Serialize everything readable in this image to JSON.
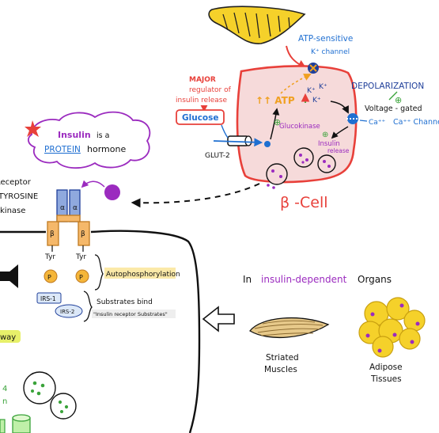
{
  "atp_channel": {
    "line1": "ATP-sensitive",
    "line2": "K⁺ channel"
  },
  "major_regulator": {
    "line1": "MAJOR",
    "line2": "regulator of",
    "line3": "insulin release"
  },
  "glucose_label": "Glucose",
  "glut2_label": "GLUT-2",
  "glucokinase_label": "Glucokinase",
  "atp_label": "↑↑ ATP",
  "k_ions": [
    "K⁺",
    "K⁺",
    "K⁺"
  ],
  "depolarization_label": "DEPOLARIZATION",
  "voltage_channel": {
    "line1": "Voltage - gated",
    "line2": "Ca⁺⁺ Channel"
  },
  "ca_label": "Ca⁺⁺",
  "insulin_release": {
    "line1": "Insulin",
    "line2": "release"
  },
  "plus_sign": "⊕",
  "beta_cell_label": "β -Cell",
  "insulin_protein": {
    "word1": "Insulin",
    "word2": "is a",
    "word3": "PROTEIN",
    "word4": "hormone"
  },
  "receptor": {
    "line1": "Receptor",
    "line2": "TYROSINE",
    "line3": "kinase"
  },
  "subunits": {
    "alpha": "α",
    "beta": "β"
  },
  "tyr_label": "Tyr",
  "p_label": "P",
  "autophosphorylation_label": "Autophosphorylation",
  "irs1_label": "IRS-1",
  "irs2_label": "IRS-2",
  "substrates_bind": "Substrates bind",
  "insulin_receptor_substrates": "\"Insulin receptor Substrates\"",
  "pathway_fragment": "way",
  "glut4_fragment": {
    "line1": "4",
    "line2": "n"
  },
  "insulin_dependent": {
    "prefix": "In",
    "highlight": "insulin-dependent",
    "suffix": "Organs"
  },
  "striated_muscles": {
    "line1": "Striated",
    "line2": "Muscles"
  },
  "adipose_tissues": {
    "line1": "Adipose",
    "line2": "Tissues"
  },
  "colors": {
    "red": "#e8403a",
    "blue": "#1f6fd1",
    "purple": "#9b2bbf",
    "green": "#3aa33a",
    "orange": "#f0a020",
    "pink_fill": "#f6dada",
    "yellow": "#f5d12a"
  }
}
